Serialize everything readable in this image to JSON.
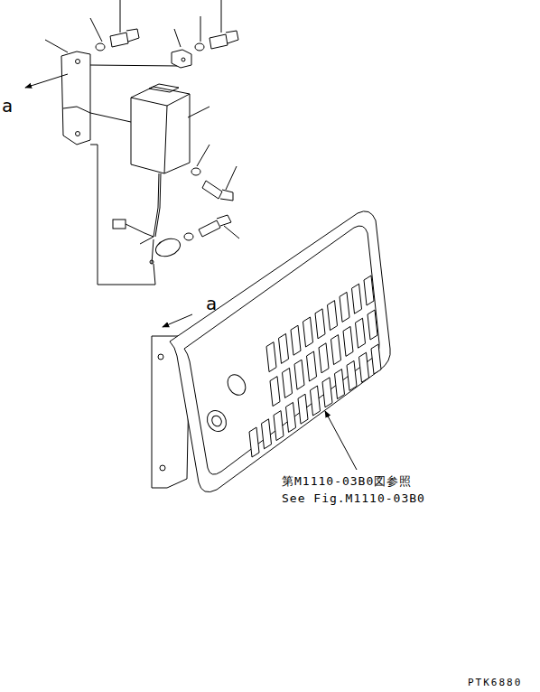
{
  "diagram": {
    "labels": [
      "a",
      "a",
      "第M1110-03B0図参照",
      "See Fig.M1110-03B0",
      "PTK6880"
    ]
  }
}
